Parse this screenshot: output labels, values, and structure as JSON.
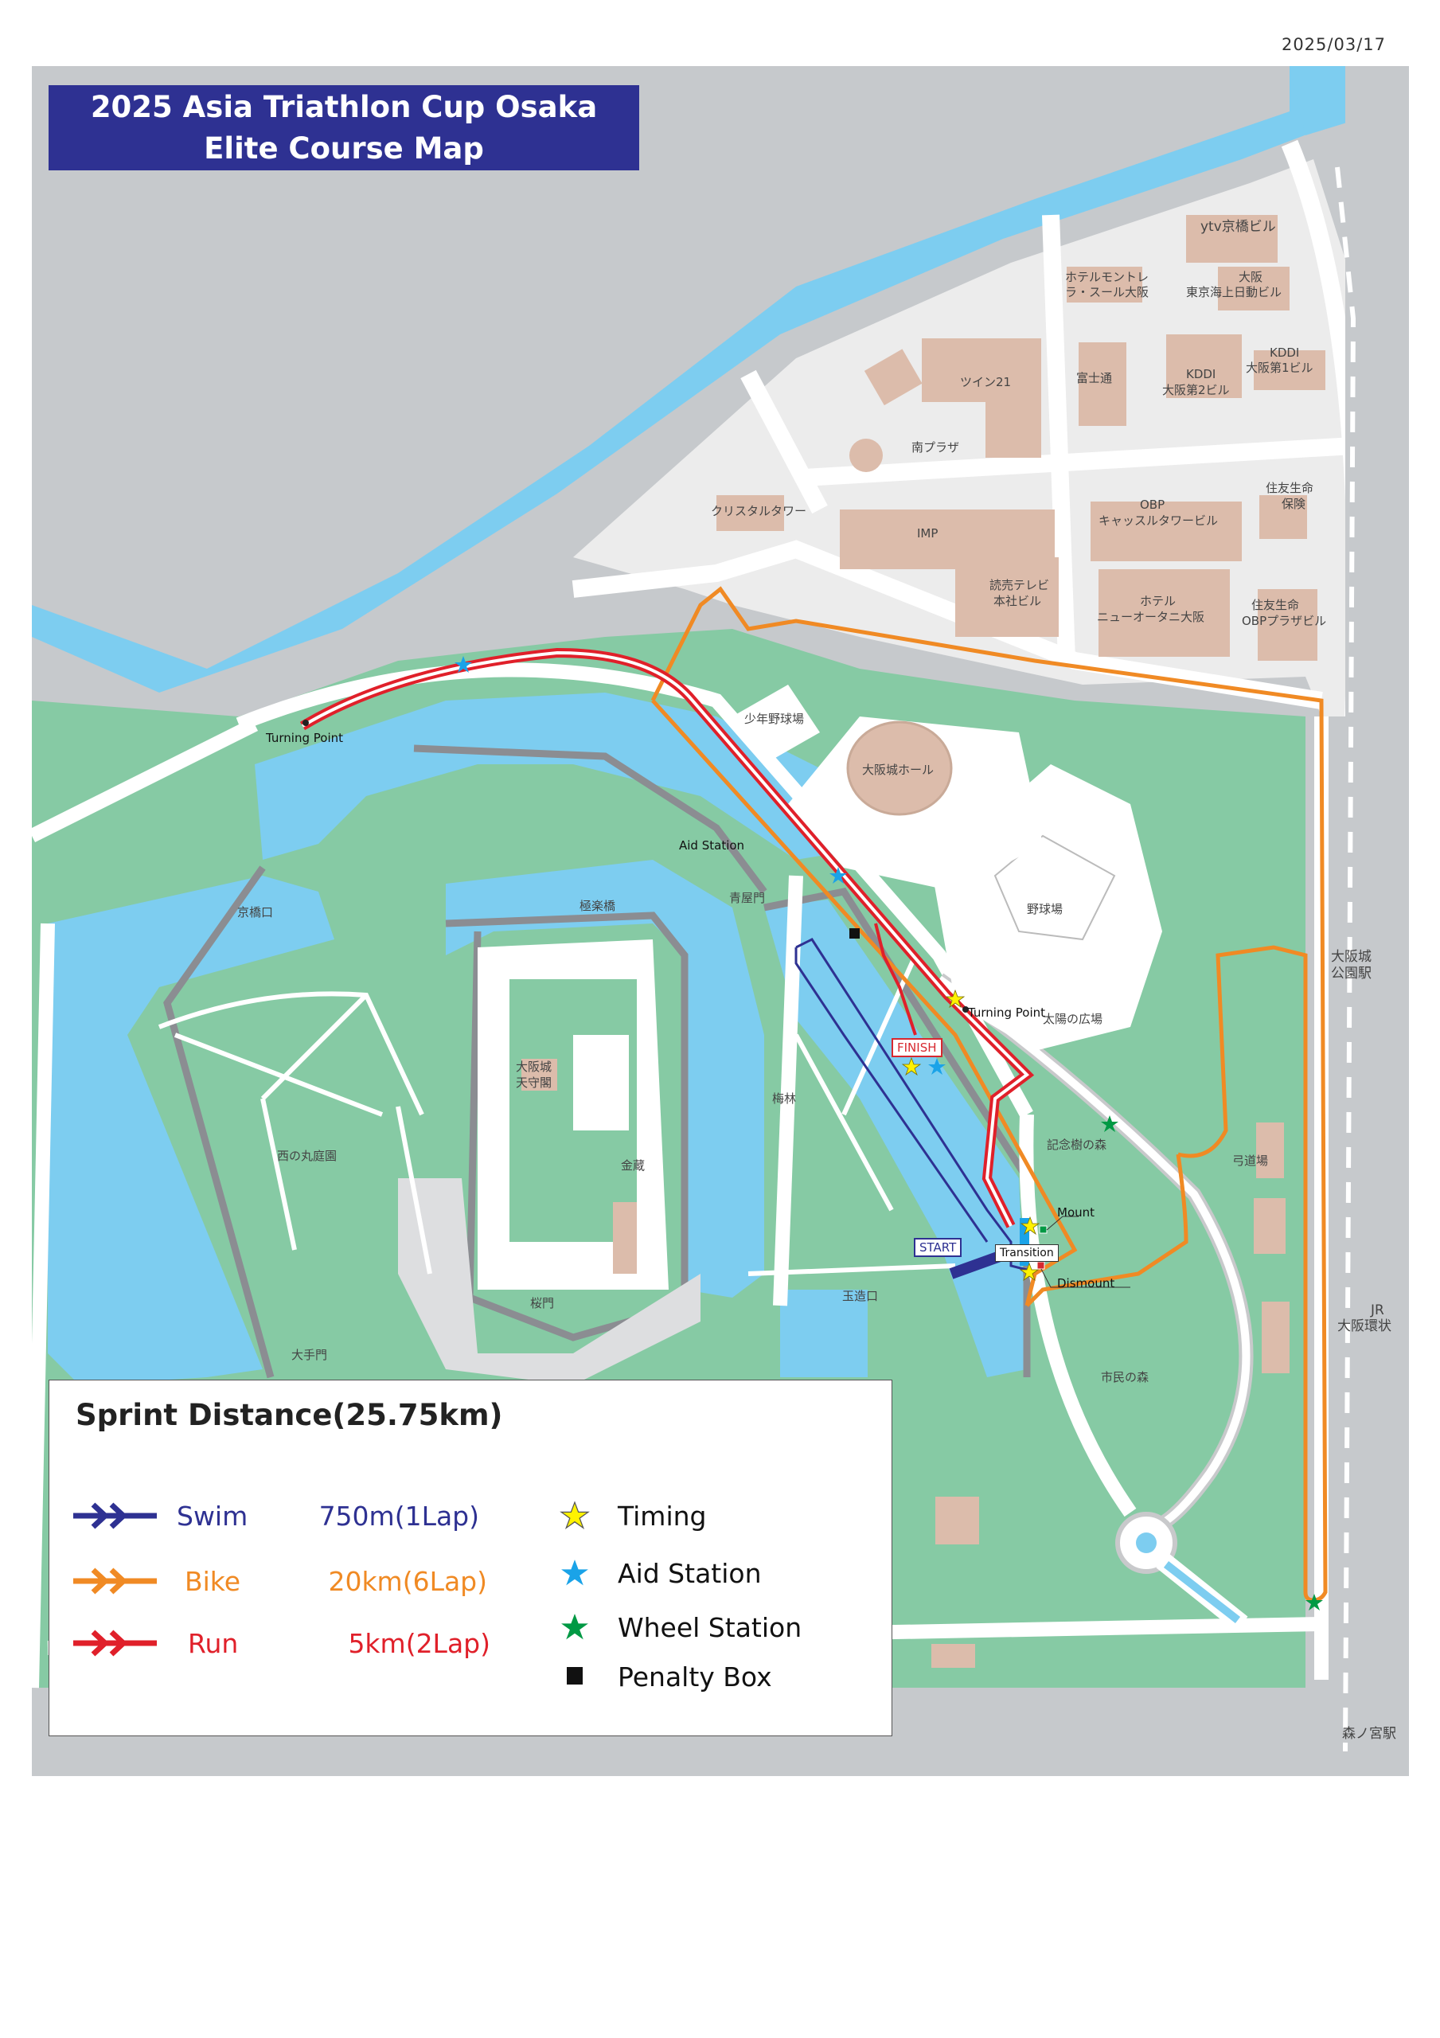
{
  "date": "2025/03/17",
  "title": {
    "line1": "2025 Asia Triathlon Cup Osaka",
    "line2": "Elite  Course  Map",
    "background": "#2e3192"
  },
  "legend": {
    "heading": "Sprint Distance(25.75km)",
    "legs": [
      {
        "name": "Swim",
        "distance": "750m(1Lap)",
        "color": "#2e3192"
      },
      {
        "name": "Bike",
        "distance": "20km(6Lap)",
        "color": "#f08a24"
      },
      {
        "name": "Run",
        "distance": "5km(2Lap)",
        "color": "#e0202a"
      }
    ],
    "markers": [
      {
        "name": "Timing",
        "icon": "star",
        "color": "#fff200"
      },
      {
        "name": "Aid Station",
        "icon": "star",
        "color": "#1aa3e8"
      },
      {
        "name": "Wheel Station",
        "icon": "star",
        "color": "#009944"
      },
      {
        "name": "Penalty Box",
        "icon": "square",
        "color": "#111111"
      }
    ]
  },
  "course_labels": {
    "turning_point_west": "Turning Point",
    "turning_point_east": "Turning Point",
    "aid_station": "Aid Station",
    "start": "START",
    "finish": "FINISH",
    "transition": "Transition",
    "mount": "Mount",
    "dismount": "Dismount"
  },
  "place_labels": {
    "ytv": "ytv京橋ビル",
    "hotel_monterey_1": "ホテルモントレ",
    "hotel_monterey_2": "ラ・スール大阪",
    "tokio_marine_1": "大阪",
    "tokio_marine_2": "東京海上日動ビル",
    "twin21": "ツイン21",
    "fujitsu": "富士通",
    "kddi2_1": "KDDI",
    "kddi2_2": "大阪第2ビル",
    "kddi1_1": "KDDI",
    "kddi1_2": "大阪第1ビル",
    "minami_plaza": "南プラザ",
    "crystal_tower": "クリスタルタワー",
    "imp": "IMP",
    "obp_castle_1": "OBP",
    "obp_castle_2": "キャッスルタワービル",
    "sumitomo_hoken_1": "住友生命",
    "sumitomo_hoken_2": "保険",
    "ytv_hq_1": "読売テレビ",
    "ytv_hq_2": "本社ビル",
    "new_otani_1": "ホテル",
    "new_otani_2": "ニューオータニ大阪",
    "sumitomo_plaza_1": "住友生命",
    "sumitomo_plaza_2": "OBPプラザビル",
    "shonen_yakyujo": "少年野球場",
    "osakajo_hall": "大阪城ホール",
    "yakyujo": "野球場",
    "taiyo_hiroba": "太陽の広場",
    "aoyamon": "青屋門",
    "gokurakubashi": "極楽橋",
    "kyobashiguchi": "京橋口",
    "tenshukaku_1": "大阪城",
    "tenshukaku_2": "天守閣",
    "kinzo": "金蔵",
    "bairin": "梅林",
    "nishinomaru": "西の丸庭園",
    "kinenju": "記念樹の森",
    "kyudojo": "弓道場",
    "tamatsukuriguchi": "玉造口",
    "sakuramon": "桜門",
    "otemon": "大手門",
    "shimin_mori": "市民の森",
    "station_park_1": "大阪城",
    "station_park_2": "公園駅",
    "jr_1": "JR",
    "jr_2": "大阪環状",
    "morinomiya": "森ノ宮駅"
  },
  "colors": {
    "water": "#7dcdf0",
    "park": "#86caa4",
    "road": "#ffffff",
    "building": "#dcbcab",
    "urban": "#ececec",
    "outside": "#c6c9cc",
    "wall": "#8b8d92"
  }
}
